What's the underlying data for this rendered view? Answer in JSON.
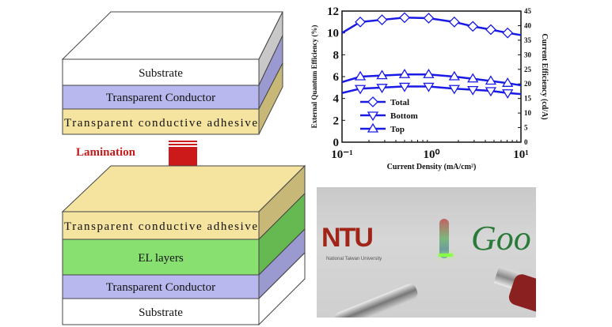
{
  "diagram": {
    "top_stack": [
      "Substrate",
      "Transparent Conductor",
      "Transparent conductive adhesive"
    ],
    "arrow_label": "Lamination",
    "bottom_stack": [
      "Transparent conductive adhesive",
      "EL layers",
      "Transparent Conductor",
      "Substrate"
    ],
    "colors": {
      "substrate": "#ffffff",
      "conductor": "#b8b8ee",
      "adhesive": "#f5e3a0",
      "el": "#88e070",
      "arrow": "#cc1a1a"
    }
  },
  "photo": {
    "logo_text": "NTU",
    "logo_subtext": "National Taiwan University",
    "side_text": "Goo"
  },
  "chart_data": {
    "type": "line",
    "xlabel": "Current Density (mA/cm²)",
    "ylabel": "External Quantum Efficiency (%)",
    "y2label": "Current Efficiency (cd/A)",
    "xscale": "log",
    "xlim": [
      0.1,
      10
    ],
    "ylim": [
      0,
      12
    ],
    "y2lim": [
      0,
      45
    ],
    "xticks": [
      "10⁻¹",
      "10⁰",
      "10¹"
    ],
    "yticks": [
      "0",
      "2",
      "4",
      "6",
      "8",
      "10",
      "12"
    ],
    "y2ticks": [
      "0",
      "5",
      "10",
      "15",
      "20",
      "25",
      "30",
      "35",
      "40",
      "45"
    ],
    "legend_position": "bottom-left",
    "x": [
      0.1,
      0.16,
      0.28,
      0.5,
      0.93,
      1.8,
      2.9,
      4.6,
      7.1,
      10
    ],
    "series": [
      {
        "name": "Total",
        "marker": "diamond",
        "values": [
          10.0,
          11.0,
          11.2,
          11.4,
          11.35,
          11.0,
          10.6,
          10.3,
          10.0,
          9.8
        ]
      },
      {
        "name": "Bottom",
        "marker": "triangle-down",
        "values": [
          4.5,
          4.9,
          5.0,
          5.1,
          5.1,
          4.9,
          4.8,
          4.7,
          4.5,
          4.4
        ]
      },
      {
        "name": "Top",
        "marker": "triangle-up",
        "values": [
          5.5,
          6.0,
          6.1,
          6.2,
          6.2,
          6.0,
          5.8,
          5.6,
          5.4,
          5.2
        ]
      }
    ],
    "color": "#1a1ae6"
  }
}
